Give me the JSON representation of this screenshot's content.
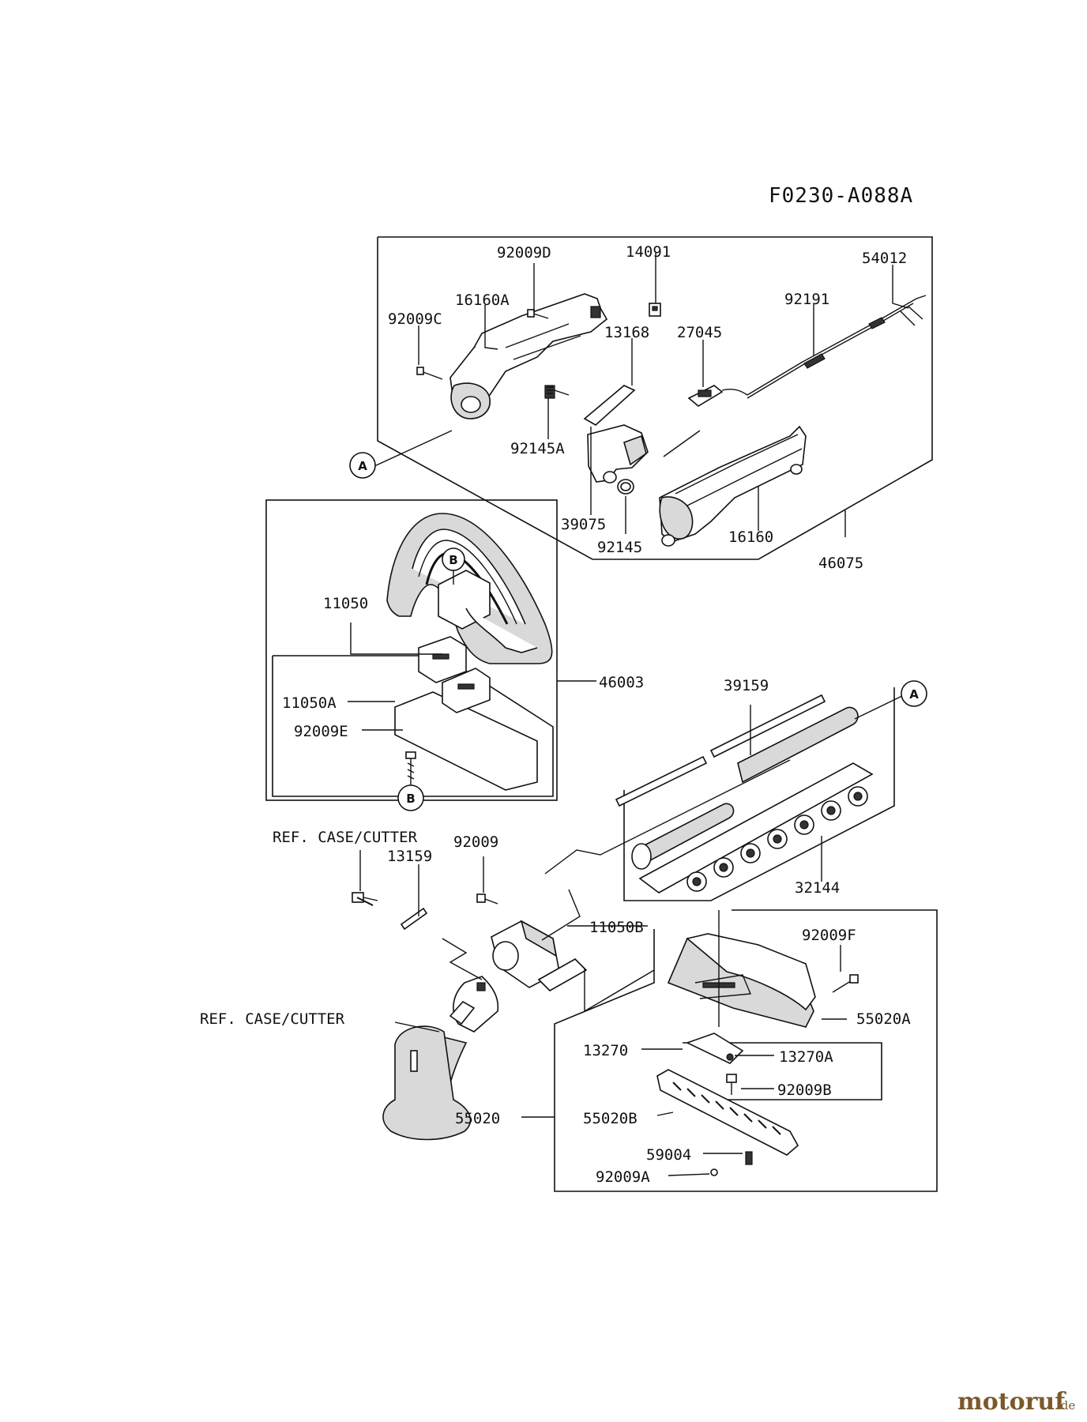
{
  "diagram_code": "F0230-A088A",
  "labels": {
    "p92009D": "92009D",
    "p14091": "14091",
    "p54012": "54012",
    "p16160A": "16160A",
    "p92009C": "92009C",
    "p92191": "92191",
    "p13168": "13168",
    "p27045": "27045",
    "p92145A": "92145A",
    "p39075": "39075",
    "p92145": "92145",
    "p16160": "16160",
    "p46075": "46075",
    "p11050": "11050",
    "p46003": "46003",
    "p11050A": "11050A",
    "p92009E": "92009E",
    "p39159": "39159",
    "p32144": "32144",
    "refCaseCutter1": "REF. CASE/CUTTER",
    "p13159": "13159",
    "p92009": "92009",
    "p11050B": "11050B",
    "p92009F": "92009F",
    "refCaseCutter2": "REF. CASE/CUTTER",
    "p55020A": "55020A",
    "p13270": "13270",
    "p13270A": "13270A",
    "p92009B": "92009B",
    "p55020": "55020",
    "p55020B": "55020B",
    "p59004": "59004",
    "p92009A": "92009A"
  },
  "markers": {
    "a1": "A",
    "a2": "A",
    "b1": "B",
    "b2": "B"
  },
  "watermark": {
    "text": "motoruf",
    "tld": ".de"
  }
}
